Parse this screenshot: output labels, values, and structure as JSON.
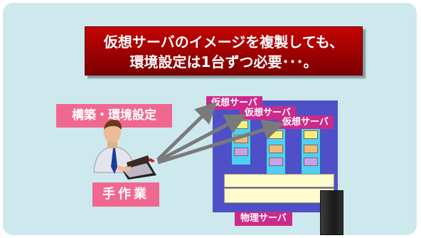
{
  "title": {
    "line1": "仮想サーバのイメージを複製しても、",
    "line2": "環境設定は1台ずつ必要･･･。"
  },
  "left_labels": {
    "setup": "構築・環境設定",
    "manual": "手作業"
  },
  "virtual_servers": [
    {
      "label": "仮想サーバ"
    },
    {
      "label": "仮想サーバ"
    },
    {
      "label": "仮想サーバ"
    }
  ],
  "physical_server_label": "物理サーバ",
  "colors": {
    "title_red": "#b00000",
    "pink_label": "#f0688f",
    "magenta_label": "#cc2a8a",
    "server_blue": "#4f50c8",
    "vm_cyan": "#4fd0f2",
    "arrow_gray": "#7a7a7a"
  }
}
